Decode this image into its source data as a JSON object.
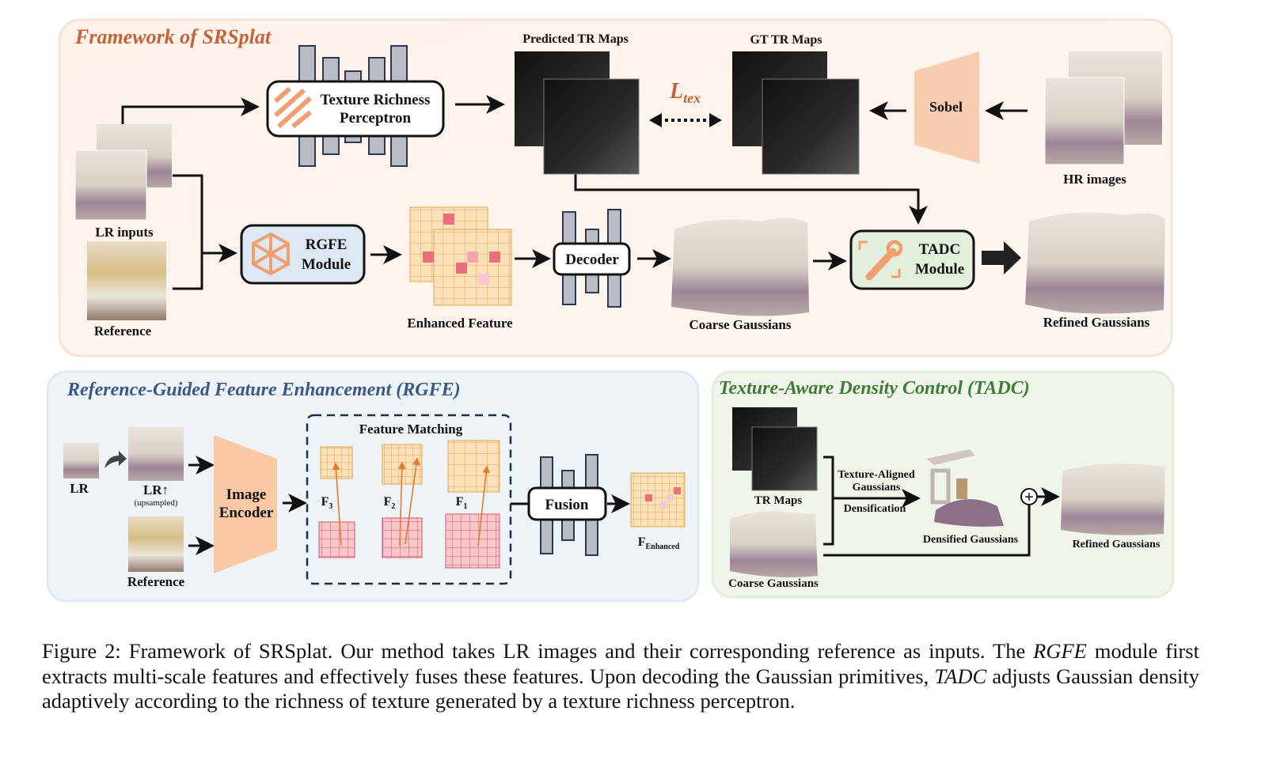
{
  "framework": {
    "title": "Framework of SRSplat",
    "texture_richness_perceptron": [
      "Texture Richness",
      "Perceptron"
    ],
    "predicted_tr_maps": "Predicted TR Maps",
    "gt_tr_maps": "GT TR Maps",
    "loss_symbol": "L",
    "loss_subscript": "tex",
    "sobel": "Sobel",
    "hr_images": "HR images",
    "lr_inputs": "LR inputs",
    "reference": "Reference",
    "rgfe_module": [
      "RGFE",
      "Module"
    ],
    "enhanced_feature": "Enhanced Feature",
    "decoder": "Decoder",
    "coarse_gaussians": "Coarse Gaussians",
    "tadc_module": [
      "TADC",
      "Module"
    ],
    "refined_gaussians": "Refined Gaussians"
  },
  "rgfe": {
    "title": "Reference-Guided Feature Enhancement (RGFE)",
    "lr": "LR",
    "lr_up": "LR↑",
    "upsampled": "(upsampled)",
    "reference": "Reference",
    "image_encoder": [
      "Image",
      "Encoder"
    ],
    "feature_matching": "Feature Matching",
    "f3": "F",
    "f3_sub": "3",
    "f2": "F",
    "f2_sub": "2",
    "f1": "F",
    "f1_sub": "1",
    "fusion": "Fusion",
    "f_enhanced": "F",
    "f_enhanced_sub": "Enhanced"
  },
  "tadc": {
    "title": "Texture-Aware Density Control (TADC)",
    "tr_maps": "TR Maps",
    "coarse_gaussians": "Coarse Gaussians",
    "texture_aligned": [
      "Texture-Aligned",
      "Gaussians"
    ],
    "densification": "Densification",
    "densified_gaussians": "Densified Gaussians",
    "refined_gaussians": "Refined Gaussians",
    "plus": "+"
  },
  "caption": {
    "prefix": "Figure 2: Framework of SRSplat. Our method takes LR images and their corresponding reference as inputs. The ",
    "rgfe": "RGFE",
    "mid": " module first extracts multi-scale features and effectively fuses these features. Upon decoding the Gaussian primitives, ",
    "tadc": "TADC",
    "suffix": " adjusts Gaussian density adaptively according to the richness of texture generated by a texture richness perceptron."
  },
  "colors": {
    "framework_title": "#c0643a",
    "rgfe_title": "#3b5688",
    "tadc_title": "#3f7a36",
    "accent_orange": "#f2a97c",
    "feature_peach": "#fbe0b8",
    "feature_red": "#e8707a",
    "bar_gray": "#b9bcc4"
  }
}
